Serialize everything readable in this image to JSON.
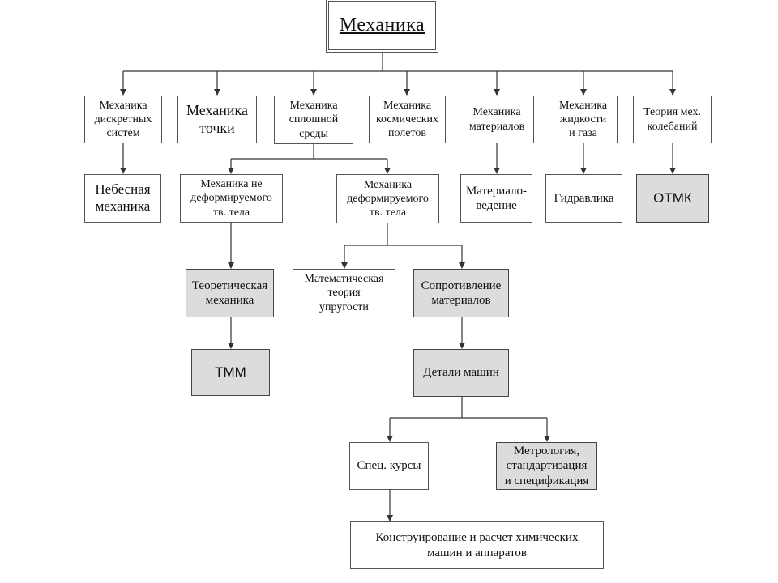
{
  "root": {
    "label": "Механика"
  },
  "level1": {
    "discrete": "Механика\nдискретных\nсистем",
    "point": "Механика\nточки",
    "continuum": "Механика\nсплошной\nсреды",
    "space": "Механика\nкосмических\nполетов",
    "materials": "Механика\nматериалов",
    "fluids": "Механика\nжидкости\nи газа",
    "vibrations": "Теория мех.\nколебаний"
  },
  "level2": {
    "celestial": "Небесная\nмеханика",
    "rigid": "Механика не\nдеформируемого\nтв. тела",
    "deformable": "Механика\nдеформируемого\nтв. тела",
    "materials_science": "Материало-\nведение",
    "hydraulics": "Гидравлика",
    "otmk": "ОТМК"
  },
  "level3": {
    "theoretical": "Теоретическая\nмеханика",
    "elasticity": "Математическая\nтеория\nупругости",
    "strength": "Сопротивление\nматериалов"
  },
  "level4": {
    "tmm": "ТММ",
    "machine_parts": "Детали машин"
  },
  "level5": {
    "special": "Спец. курсы",
    "metrology": "Метрология,\nстандартизация\nи спецификация"
  },
  "level6": {
    "design": "Конструирование и расчет химических\nмашин и аппаратов"
  },
  "colors": {
    "shaded_fill": "#dcdcdc",
    "line": "#333333"
  }
}
